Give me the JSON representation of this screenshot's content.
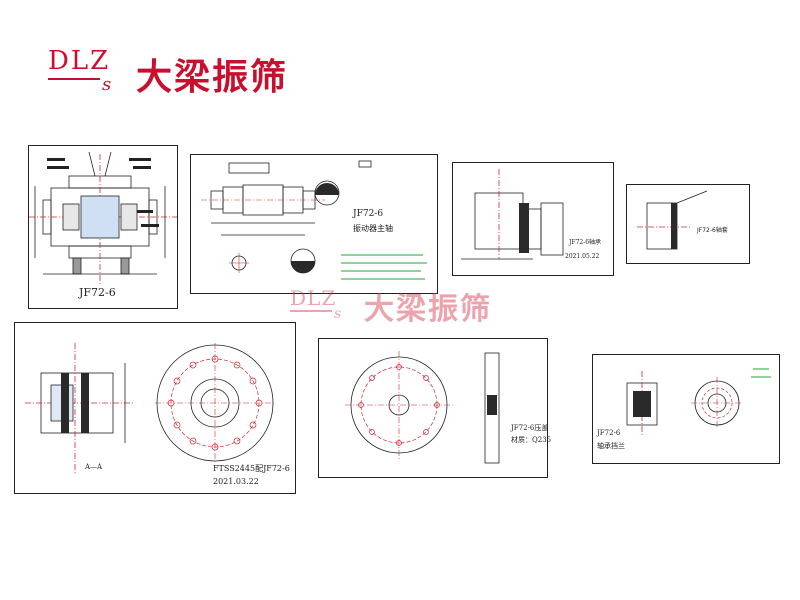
{
  "logo": {
    "latin": "DLZ",
    "sub": "s",
    "chinese": "大梁振筛"
  },
  "watermark": {
    "latin": "DLZ",
    "sub": "s",
    "chinese": "大梁振筛"
  },
  "colors": {
    "brand_red": "#c8102e",
    "line": "#222222",
    "center_red": "#d6262f",
    "green": "#1aa83a"
  },
  "drawings": {
    "d1": {
      "caption": "JF72-6"
    },
    "d2": {
      "title": "JF72-6",
      "subtitle": "振动器主轴"
    },
    "d3": {
      "title": "JF72-6轴承",
      "date": "2021.05.22"
    },
    "d4": {
      "note": "JF72-6轴套"
    },
    "d5": {
      "caption": "FTSS2445配JF72-6",
      "date": "2021.03.22",
      "section": "A—A"
    },
    "d6": {
      "title": "JF72-6压盖",
      "material": "材质：Q235"
    },
    "d7": {
      "title": "JF72-6",
      "subtitle": "轴承挡兰"
    }
  }
}
